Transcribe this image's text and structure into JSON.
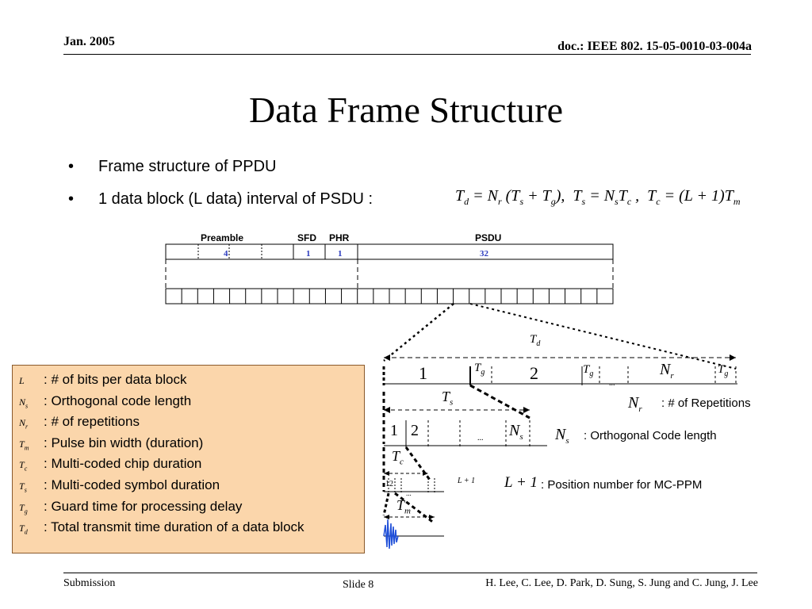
{
  "header": {
    "date": "Jan. 2005",
    "doc": "doc.: IEEE 802. 15-05-0010-03-004a"
  },
  "title": "Data Frame Structure",
  "bullets": [
    "Frame structure of PPDU",
    "1 data block (L data) interval of PSDU :"
  ],
  "frame": {
    "preamble_label": "Preamble",
    "sfd_label": "SFD",
    "phr_label": "PHR",
    "psdu_label": "PSDU",
    "preamble_len": "4",
    "sfd_len": "1",
    "phr_len": "1",
    "psdu_len": "32"
  },
  "legend": [
    {
      "sym": "L",
      "sub": "",
      "text": ": # of bits per data block"
    },
    {
      "sym": "N",
      "sub": "s",
      "text": ": Orthogonal code length"
    },
    {
      "sym": "N",
      "sub": "r",
      "text": ": # of repetitions"
    },
    {
      "sym": "T",
      "sub": "m",
      "text": ": Pulse bin width (duration)"
    },
    {
      "sym": "T",
      "sub": "c",
      "text": ": Multi-coded chip duration"
    },
    {
      "sym": "T",
      "sub": "s",
      "text": ": Multi-coded symbol duration"
    },
    {
      "sym": "T",
      "sub": "g",
      "text": ": Guard time for processing delay"
    },
    {
      "sym": "T",
      "sub": "d",
      "text": ": Total transmit time duration of a data block"
    }
  ],
  "diagram": {
    "nr_desc": ": # of Repetitions",
    "ns_desc": ": Orthogonal Code length",
    "l1_desc": ": Position number for MC-PPM",
    "ellipsis": "..."
  },
  "footer": {
    "left": "Submission",
    "center": "Slide 8",
    "right": "H. Lee, C. Lee, D. Park, D. Sung, S. Jung and C. Jung, J. Lee"
  },
  "colors": {
    "legend_bg": "#fbd6ab",
    "length_numbers": "#2d3dbf",
    "pulse": "#1f4fd8"
  }
}
